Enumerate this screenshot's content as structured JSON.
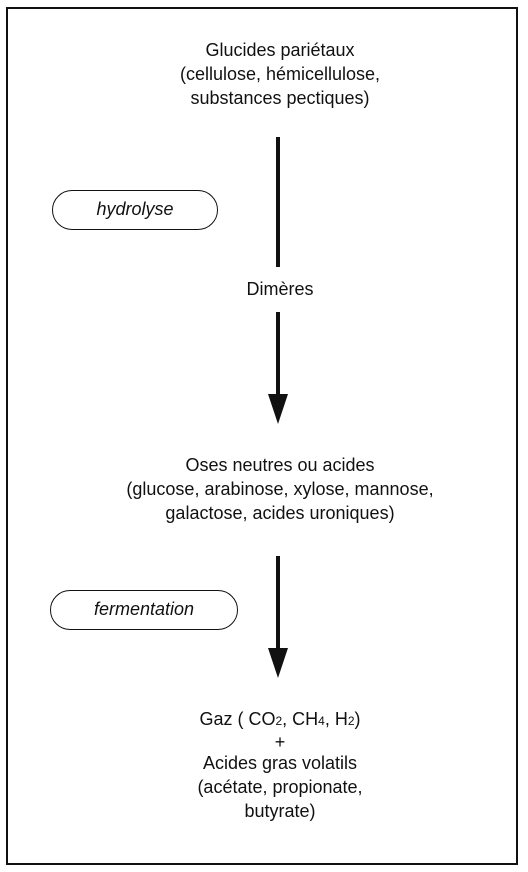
{
  "nodes": {
    "glucides": {
      "line1": "Glucides pariétaux",
      "line2": "(cellulose, hémicellulose,",
      "line3": "substances pectiques)"
    },
    "dimeres": {
      "line1": "Dimères"
    },
    "oses": {
      "line1": "Oses neutres ou acides",
      "line2": "(glucose, arabinose, xylose, mannose,",
      "line3": "galactose, acides uroniques)"
    },
    "gaz": {
      "prefix": "Gaz ( CO",
      "sub1": "2",
      "mid1": ", CH",
      "sub2": "4",
      "mid2": ", H",
      "sub3": "2",
      "suffix": ")",
      "plus": "+",
      "line3": "Acides gras volatils",
      "line4": "(acétate, propionate,",
      "line5": "butyrate)"
    }
  },
  "processes": {
    "hydrolyse": "hydrolyse",
    "fermentation": "fermentation"
  }
}
